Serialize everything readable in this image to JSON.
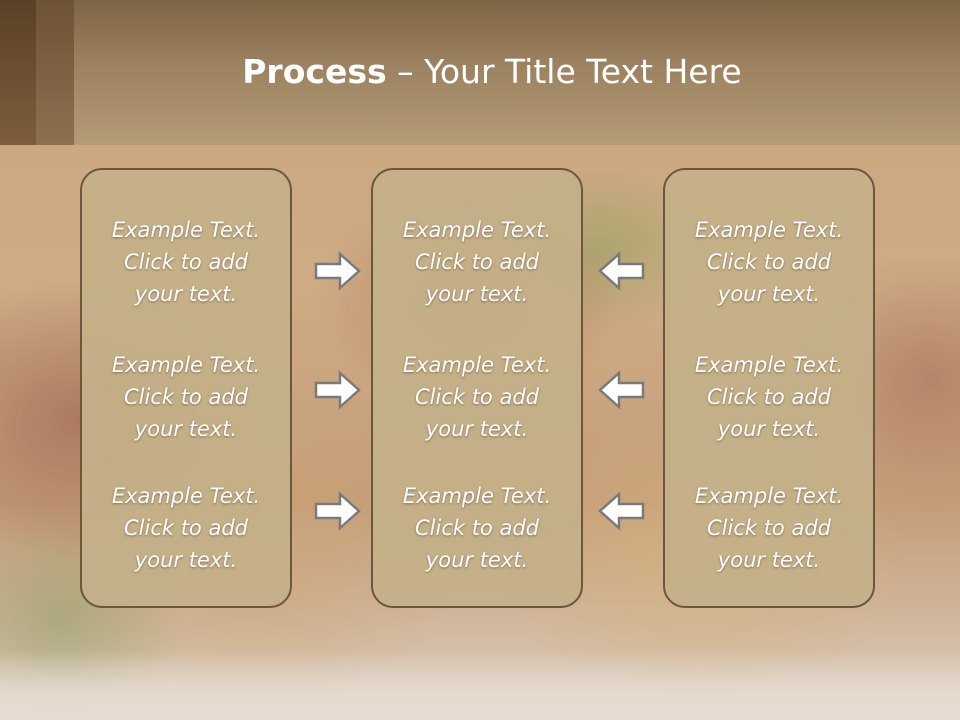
{
  "slide": {
    "title_bold": "Process",
    "title_rest": " – Your Title Text Here"
  },
  "columns": [
    {
      "items": [
        {
          "line1": "Example Text.",
          "line2": "Click  to add",
          "line3": "your text."
        },
        {
          "line1": "Example Text.",
          "line2": "Click  to add",
          "line3": "your text."
        },
        {
          "line1": "Example Text.",
          "line2": "Click  to add",
          "line3": "your text."
        }
      ]
    },
    {
      "items": [
        {
          "line1": "Example Text.",
          "line2": "Click  to add",
          "line3": "your text."
        },
        {
          "line1": "Example Text.",
          "line2": "Click  to add",
          "line3": "your text."
        },
        {
          "line1": "Example Text.",
          "line2": "Click  to add",
          "line3": "your text."
        }
      ]
    },
    {
      "items": [
        {
          "line1": "Example Text.",
          "line2": "Click  to add",
          "line3": "your text."
        },
        {
          "line1": "Example Text.",
          "line2": "Click  to add",
          "line3": "your text."
        },
        {
          "line1": "Example Text.",
          "line2": "Click  to add",
          "line3": "your text."
        }
      ]
    }
  ],
  "arrows": {
    "left_group": "arrow-right-icon",
    "right_group": "arrow-left-icon",
    "fill": "#ffffff",
    "stroke": "#7a7a7a"
  }
}
